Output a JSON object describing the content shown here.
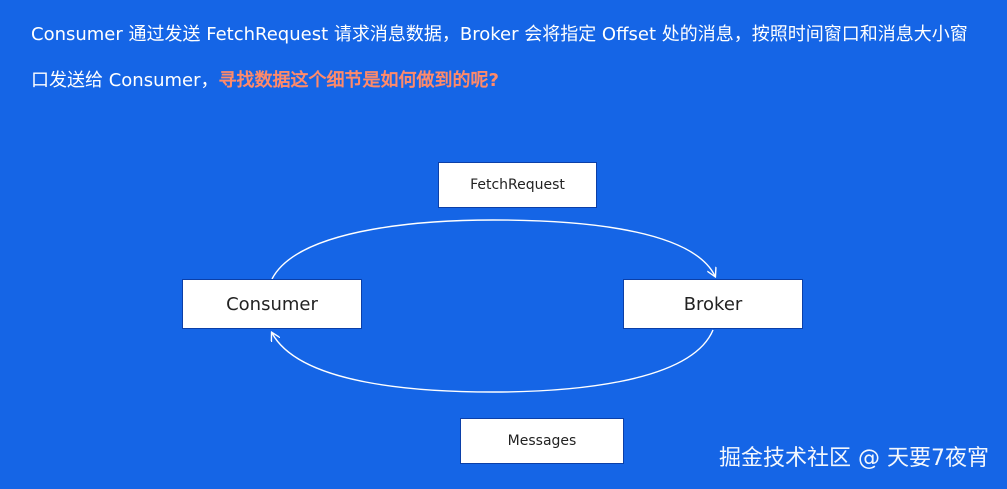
{
  "intro": {
    "text": "Consumer 通过发送 FetchRequest 请求消息数据，Broker 会将指定 Offset 处的消息，按照时间窗口和消息大小窗口发送给 Consumer，",
    "highlight": "寻找数据这个细节是如何做到的呢?"
  },
  "diagram": {
    "request_label": "FetchRequest",
    "response_label": "Messages",
    "consumer_label": "Consumer",
    "broker_label": "Broker"
  },
  "watermark": "掘金技术社区 @ 天要7夜宵",
  "colors": {
    "background": "#1565e6",
    "highlight": "#ff8a6a",
    "box_border": "#0b3fa8"
  }
}
